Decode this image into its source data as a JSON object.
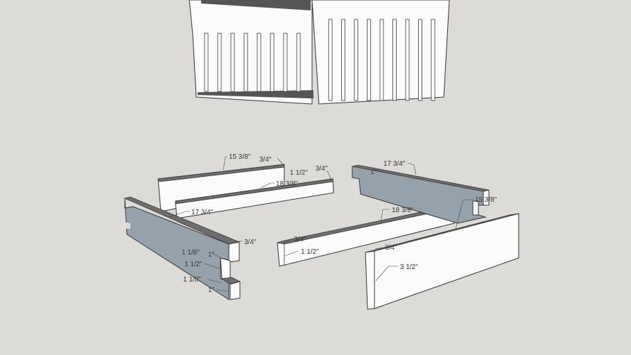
{
  "colors": {
    "background": "#dddbd7",
    "board_white": "#fbfbfb",
    "board_gray": "#95a1ab",
    "edge": "#6e6e6e"
  },
  "dimensions": [
    "15 3/8\"",
    "3/4\"",
    "18 3/8\"",
    "1 1/2\"",
    "3/4\"",
    "17 3/4\"",
    "3/4\"",
    "1 1/8\"",
    "1\"",
    "1 1/2\"",
    "1 1/8\"",
    "1\"",
    "3/4\"",
    "1 1/2\"",
    "17 3/4\"",
    "1\"",
    "15 3/8\"",
    "18 3/8\"",
    "3/4\"",
    "3 1/2\""
  ]
}
